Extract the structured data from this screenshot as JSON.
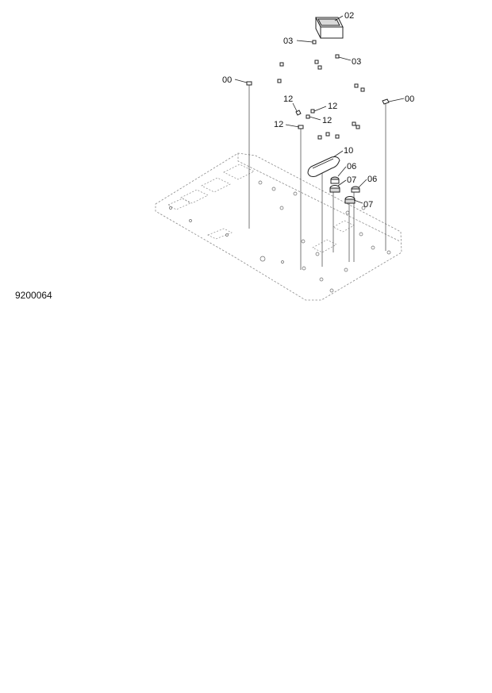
{
  "diagram": {
    "reference_number": "9200064",
    "callouts": {
      "c02": "02",
      "c03a": "03",
      "c03b": "03",
      "c00a": "00",
      "c00b": "00",
      "c12a": "12",
      "c12b": "12",
      "c12c": "12",
      "c12d": "12",
      "c10": "10",
      "c06a": "06",
      "c07a": "07",
      "c06b": "06",
      "c07b": "07"
    }
  }
}
